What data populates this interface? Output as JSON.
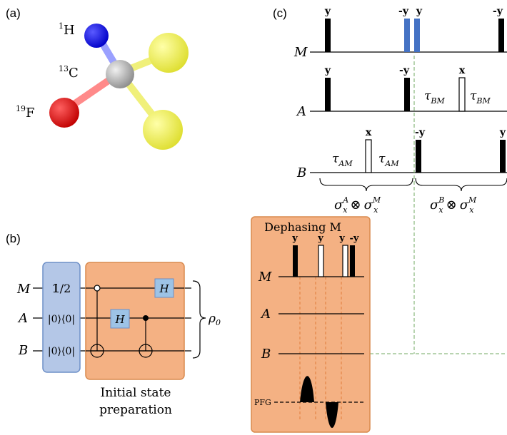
{
  "panel_labels": {
    "a": "(a)",
    "b": "(b)",
    "c": "(c)"
  },
  "molecule": {
    "atoms": [
      {
        "label_sup": "1",
        "label": "H",
        "color": "#1010e0"
      },
      {
        "label_sup": "13",
        "label": "C",
        "color": "#b8b8b8"
      },
      {
        "label_sup": "19",
        "label": "F",
        "color": "#e01010"
      },
      {
        "label": "",
        "color": "#f0f040"
      },
      {
        "label": "",
        "color": "#f0f040"
      }
    ]
  },
  "circuit": {
    "qubits": [
      "M",
      "A",
      "B"
    ],
    "init_states": [
      "𝟙/2",
      "|0⟩⟨0|",
      "|0⟩⟨0|"
    ],
    "gate_h": "H",
    "output_state": "ρ",
    "output_sub": "0",
    "caption_line1": "Initial state",
    "caption_line2": "preparation",
    "colors": {
      "init_box": "#b4c7e7",
      "init_border": "#6d8fc7",
      "prep_box": "#f4b183",
      "prep_border": "#d98a4e",
      "gate_fill": "#9dc3e6"
    }
  },
  "pulse_sequence": {
    "channels": [
      "M",
      "A",
      "B"
    ],
    "pulse_labels": {
      "m_y1": "y",
      "m_negy": "-y",
      "m_y2": "y",
      "m_negy_end": "-y",
      "a_y": "y",
      "a_negy": "-y",
      "a_x": "x",
      "b_x": "x",
      "b_negy": "-y",
      "b_y_end": "y"
    },
    "delays": {
      "tau": "τ",
      "tau_bm_sub": "BM",
      "tau_am_sub": "AM"
    },
    "brace_left": {
      "a": "σ",
      "a_sup": "A",
      "a_sub": "x",
      "op": "⊗",
      "b": "σ",
      "b_sup": "M",
      "b_sub": "x"
    },
    "brace_right": {
      "a": "σ",
      "a_sup": "B",
      "a_sub": "x",
      "op": "⊗",
      "b": "σ",
      "b_sup": "M",
      "b_sub": "x"
    },
    "colors": {
      "pulse": "#000000",
      "blue_pulse": "#4472c4",
      "guide": "#70a860"
    }
  },
  "dephasing": {
    "title": "Dephasing M",
    "channels": [
      "M",
      "A",
      "B"
    ],
    "pfg_label": "PFG",
    "pulse_labels": [
      "y",
      "y",
      "y",
      "-y"
    ],
    "colors": {
      "box": "#f4b183",
      "border": "#d98a4e",
      "guide": "#e07b39"
    }
  }
}
